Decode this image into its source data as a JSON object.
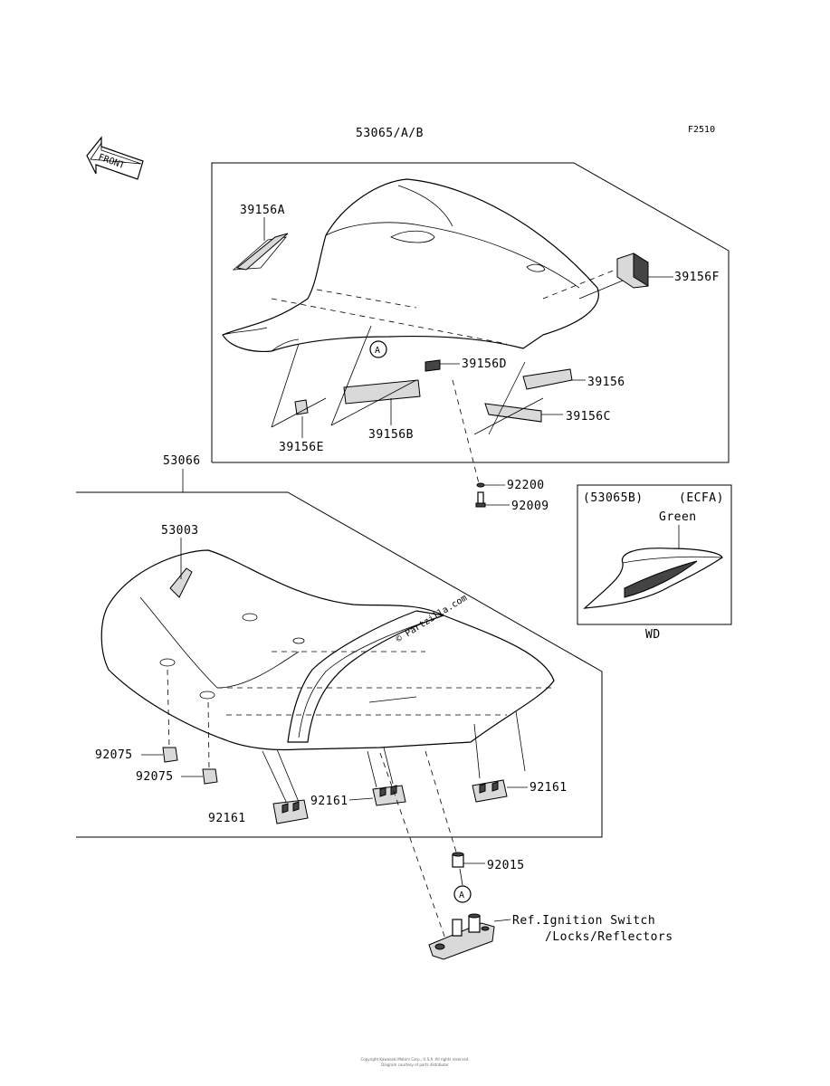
{
  "figure_code": "F2510",
  "front_label": "FRONT",
  "circle_ref": "A",
  "watermark": "© Partzilla.com",
  "assemblies": {
    "upper_seat": "53065/A/B",
    "lower_seat": "53066"
  },
  "parts": {
    "p39156A": "39156A",
    "p39156F": "39156F",
    "p39156D": "39156D",
    "p39156": "39156",
    "p39156C": "39156C",
    "p39156B": "39156B",
    "p39156E": "39156E",
    "p92200": "92200",
    "p92009": "92009",
    "p53003": "53003",
    "p92075a": "92075",
    "p92075b": "92075",
    "p92161a": "92161",
    "p92161b": "92161",
    "p92161c": "92161",
    "p92015": "92015"
  },
  "inset": {
    "model": "(53065B)",
    "region": "(ECFA)",
    "color": "Green",
    "caption": "WD"
  },
  "reference": {
    "line1": "Ref.Ignition Switch",
    "line2": "/Locks/Reflectors"
  },
  "footer": {
    "line1": "Copyright Kawasaki Motors Corp., U.S.A. All rights reserved.",
    "line2": "Diagram courtesy of parts distributor"
  }
}
